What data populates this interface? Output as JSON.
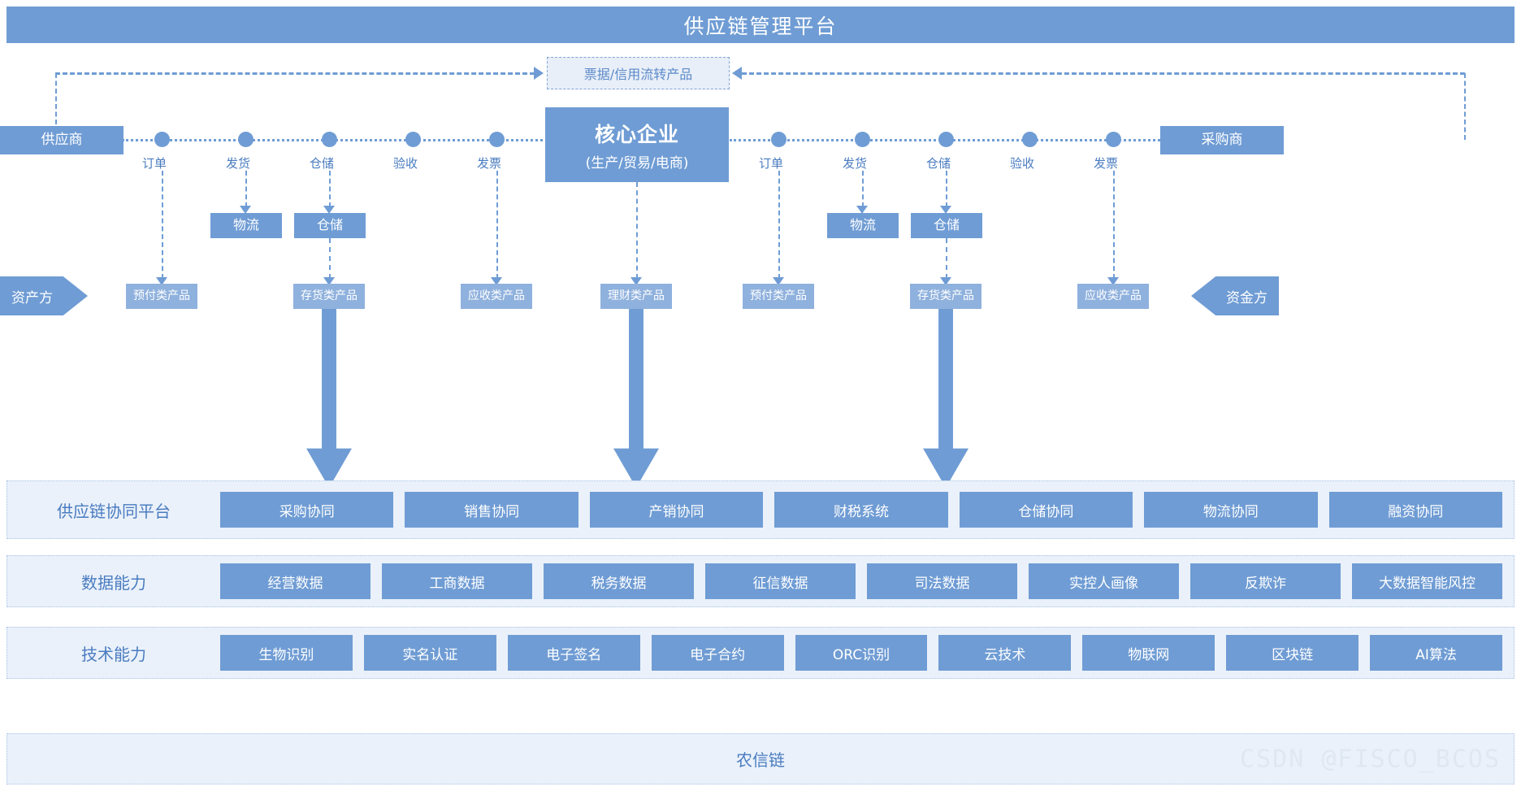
{
  "header": {
    "title": "供应链管理平台"
  },
  "top_product": {
    "label": "票据/信用流转产品"
  },
  "actors": {
    "supplier": "供应商",
    "buyer": "采购商",
    "asset_side": "资产方",
    "fund_side": "资金方"
  },
  "core": {
    "title": "核心企业",
    "subtitle": "(生产/贸易/电商)"
  },
  "left_chain": {
    "nodes": [
      "订单",
      "发货",
      "仓储",
      "验收",
      "发票"
    ],
    "service_boxes": [
      "物流",
      "仓储"
    ],
    "products": [
      "预付类产品",
      "存货类产品",
      "应收类产品"
    ]
  },
  "center_product": "理财类产品",
  "right_chain": {
    "nodes": [
      "订单",
      "发货",
      "仓储",
      "验收",
      "发票"
    ],
    "service_boxes": [
      "物流",
      "仓储"
    ],
    "products": [
      "预付类产品",
      "存货类产品",
      "应收类产品"
    ]
  },
  "bands": [
    {
      "label": "供应链协同平台",
      "items": [
        "采购协同",
        "销售协同",
        "产销协同",
        "财税系统",
        "仓储协同",
        "物流协同",
        "融资协同"
      ]
    },
    {
      "label": "数据能力",
      "items": [
        "经营数据",
        "工商数据",
        "税务数据",
        "征信数据",
        "司法数据",
        "实控人画像",
        "反欺诈",
        "大数据智能风控"
      ]
    },
    {
      "label": "技术能力",
      "items": [
        "生物识别",
        "实名认证",
        "电子签名",
        "电子合约",
        "ORC识别",
        "云技术",
        "物联网",
        "区块链",
        "AI算法"
      ]
    }
  ],
  "foundation": {
    "label": "农信链"
  },
  "watermark": {
    "text": "CSDN @FISCO_BCOS"
  },
  "colors": {
    "primary": "#6f9cd4",
    "secondary": "#8fb1dd",
    "band_bg": "#eaf1fa",
    "ghost_bg": "#e9eff8",
    "text_blue": "#4a7cc0"
  }
}
